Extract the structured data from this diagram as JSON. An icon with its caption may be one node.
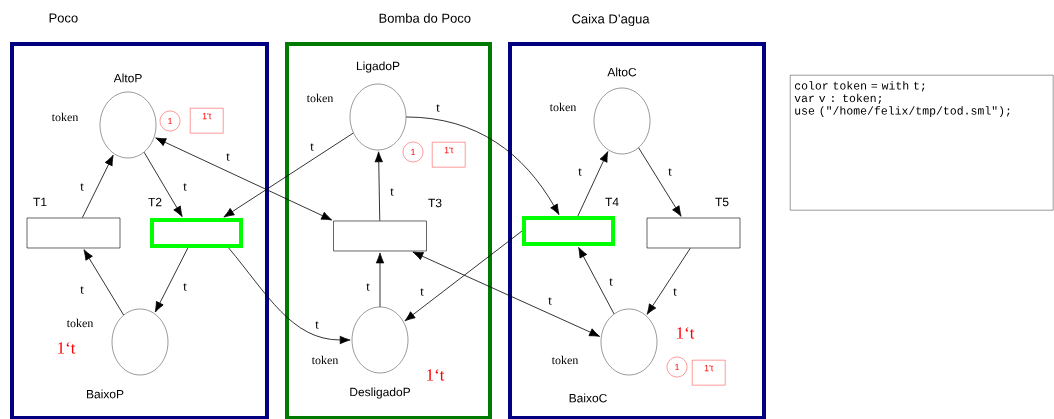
{
  "diagram": {
    "nodes": [
      {
        "text": [
          "Poco"
        ]
      },
      {
        "text": [
          "Bomba do Poco"
        ]
      },
      {
        "text": [
          "Caixa D’agua"
        ]
      },
      {
        "text": [
          "AltoP"
        ],
        "beside": [
          "token"
        ],
        "in": 0
      },
      {
        "text": [
          "1"
        ],
        "in": 0
      },
      {
        "text": [
          "1't"
        ],
        "in": 0
      },
      {
        "text": [
          "T1"
        ],
        "in": 0
      },
      {
        "text": [
          "T2"
        ],
        "in": 0
      },
      {
        "text": [
          "BaixoP"
        ],
        "beside": [
          "token",
          "1‘t"
        ],
        "in": 0
      },
      {
        "text": [
          "LigadoP"
        ],
        "beside": [
          "token"
        ],
        "in": 1
      },
      {
        "text": [
          "1"
        ],
        "in": 1
      },
      {
        "text": [
          "1't"
        ],
        "in": 1
      },
      {
        "text": [
          "T3"
        ],
        "in": 1
      },
      {
        "text": [
          "DesligadoP"
        ],
        "beside": [
          "token",
          "1‘t"
        ],
        "in": 1
      },
      {
        "text": [
          "AltoC"
        ],
        "beside": [
          "token"
        ],
        "in": 2
      },
      {
        "text": [
          "T4"
        ],
        "in": 2
      },
      {
        "text": [
          "T5"
        ],
        "in": 2
      },
      {
        "text": [
          "BaixoC"
        ],
        "beside": [
          "1‘t",
          "token"
        ],
        "in": 2
      },
      {
        "text": [
          "1"
        ],
        "in": 2
      },
      {
        "text": [
          "1't"
        ],
        "in": 2
      },
      {
        "text": [
          "color token = with t;",
          "var v : token;",
          "use (\"/home/felix/tmp/tod.sml\");"
        ]
      }
    ],
    "edges": [
      {
        "from": 6,
        "to": 3,
        "arrow": "to",
        "label": "t"
      },
      {
        "from": 3,
        "to": 7,
        "arrow": "to",
        "label": "t"
      },
      {
        "from": 7,
        "to": 8,
        "arrow": "to",
        "label": "t"
      },
      {
        "from": 8,
        "to": 6,
        "arrow": "to",
        "label": "t"
      },
      {
        "from": 3,
        "to": 12,
        "arrow": "both",
        "label": "t"
      },
      {
        "from": 9,
        "to": 7,
        "arrow": "to",
        "label": "t"
      },
      {
        "from": 7,
        "to": 13,
        "arrow": "to",
        "label": "t"
      },
      {
        "from": 9,
        "to": 15,
        "arrow": "to",
        "label": "t"
      },
      {
        "from": 15,
        "to": 13,
        "arrow": "to",
        "label": "t"
      },
      {
        "from": 12,
        "to": 17,
        "arrow": "both",
        "label": "t"
      },
      {
        "from": 13,
        "to": 12,
        "arrow": "to",
        "label": "t"
      },
      {
        "from": 12,
        "to": 9,
        "arrow": "to",
        "label": "t"
      },
      {
        "from": 15,
        "to": 14,
        "arrow": "to",
        "label": "t"
      },
      {
        "from": 17,
        "to": 15,
        "arrow": "to",
        "label": "t"
      },
      {
        "from": 14,
        "to": 16,
        "arrow": "to",
        "label": "t"
      },
      {
        "from": 16,
        "to": 17,
        "arrow": "to",
        "label": "t"
      }
    ]
  }
}
